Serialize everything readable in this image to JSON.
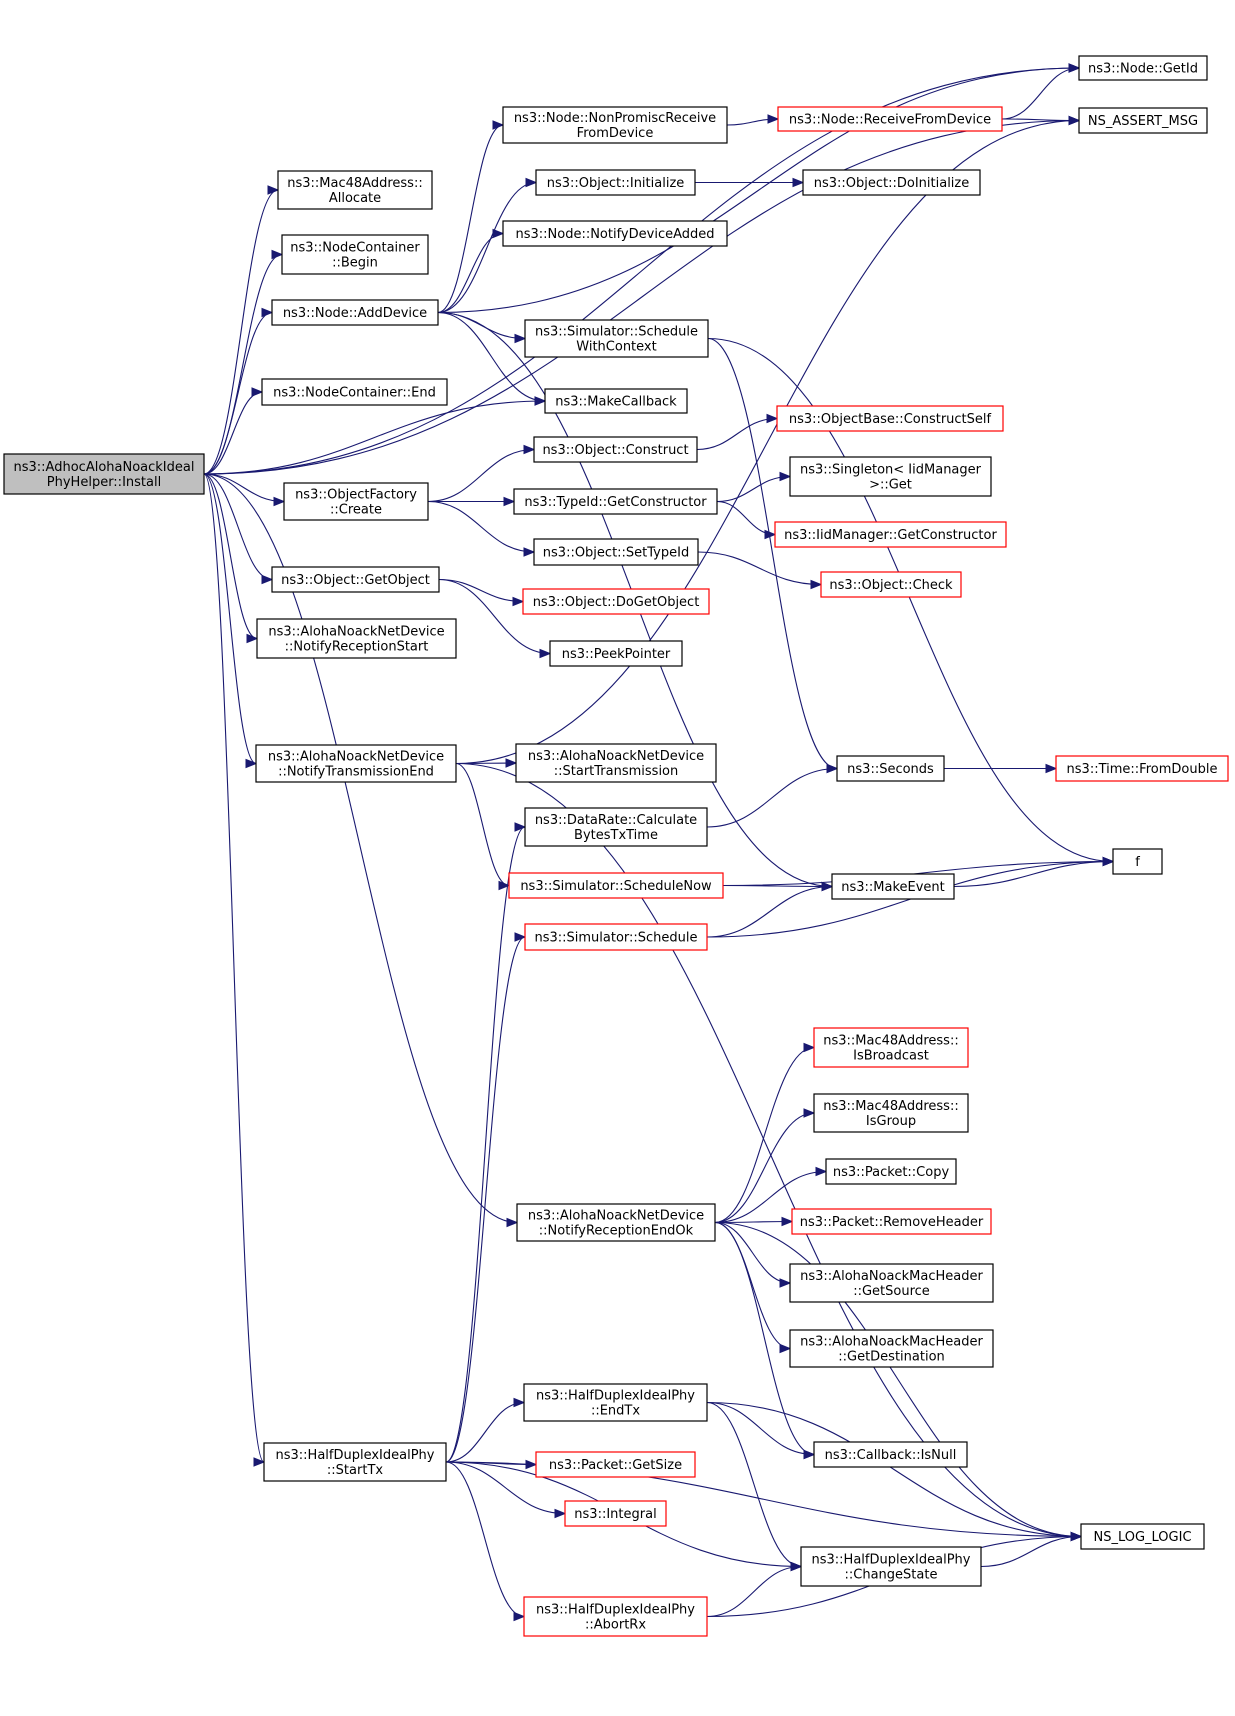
{
  "nodes": [
    {
      "id": "root",
      "lines": [
        "ns3::AdhocAlohaNoackIdeal",
        "PhyHelper::Install"
      ],
      "style": "root"
    },
    {
      "id": "getid",
      "lines": [
        "ns3::Node::GetId"
      ],
      "style": "normal"
    },
    {
      "id": "assert",
      "lines": [
        "NS_ASSERT_MSG"
      ],
      "style": "normal"
    },
    {
      "id": "nonpromisc",
      "lines": [
        "ns3::Node::NonPromiscReceive",
        "FromDevice"
      ],
      "style": "normal"
    },
    {
      "id": "receivefrom",
      "lines": [
        "ns3::Node::ReceiveFromDevice"
      ],
      "style": "trunc"
    },
    {
      "id": "macalloc",
      "lines": [
        "ns3::Mac48Address::",
        "Allocate"
      ],
      "style": "normal"
    },
    {
      "id": "objinit",
      "lines": [
        "ns3::Object::Initialize"
      ],
      "style": "normal"
    },
    {
      "id": "doinit",
      "lines": [
        "ns3::Object::DoInitialize"
      ],
      "style": "normal"
    },
    {
      "id": "ncbegin",
      "lines": [
        "ns3::NodeContainer",
        "::Begin"
      ],
      "style": "normal"
    },
    {
      "id": "notifydev",
      "lines": [
        "ns3::Node::NotifyDeviceAdded"
      ],
      "style": "normal"
    },
    {
      "id": "adddevice",
      "lines": [
        "ns3::Node::AddDevice"
      ],
      "style": "normal"
    },
    {
      "id": "schedctx",
      "lines": [
        "ns3::Simulator::Schedule",
        "WithContext"
      ],
      "style": "normal"
    },
    {
      "id": "ncend",
      "lines": [
        "ns3::NodeContainer::End"
      ],
      "style": "normal"
    },
    {
      "id": "makecb",
      "lines": [
        "ns3::MakeCallback"
      ],
      "style": "normal"
    },
    {
      "id": "constructself",
      "lines": [
        "ns3::ObjectBase::ConstructSelf"
      ],
      "style": "trunc"
    },
    {
      "id": "objconstruct",
      "lines": [
        "ns3::Object::Construct"
      ],
      "style": "normal"
    },
    {
      "id": "singleton",
      "lines": [
        "ns3::Singleton< IidManager",
        " >::Get"
      ],
      "style": "normal"
    },
    {
      "id": "factory",
      "lines": [
        "ns3::ObjectFactory",
        "::Create"
      ],
      "style": "normal"
    },
    {
      "id": "getctor",
      "lines": [
        "ns3::TypeId::GetConstructor"
      ],
      "style": "normal"
    },
    {
      "id": "iidctor",
      "lines": [
        "ns3::IidManager::GetConstructor"
      ],
      "style": "trunc"
    },
    {
      "id": "settypeid",
      "lines": [
        "ns3::Object::SetTypeId"
      ],
      "style": "normal"
    },
    {
      "id": "check",
      "lines": [
        "ns3::Object::Check"
      ],
      "style": "trunc"
    },
    {
      "id": "getobject",
      "lines": [
        "ns3::Object::GetObject"
      ],
      "style": "normal"
    },
    {
      "id": "dogetobject",
      "lines": [
        "ns3::Object::DoGetObject"
      ],
      "style": "trunc"
    },
    {
      "id": "notifyrxstart",
      "lines": [
        "ns3::AlohaNoackNetDevice",
        "::NotifyReceptionStart"
      ],
      "style": "normal"
    },
    {
      "id": "peekptr",
      "lines": [
        "ns3::PeekPointer"
      ],
      "style": "normal"
    },
    {
      "id": "notifytxend",
      "lines": [
        "ns3::AlohaNoackNetDevice",
        "::NotifyTransmissionEnd"
      ],
      "style": "normal"
    },
    {
      "id": "starttx",
      "lines": [
        "ns3::AlohaNoackNetDevice",
        "::StartTransmission"
      ],
      "style": "normal"
    },
    {
      "id": "seconds",
      "lines": [
        "ns3::Seconds"
      ],
      "style": "normal"
    },
    {
      "id": "fromdouble",
      "lines": [
        "ns3::Time::FromDouble"
      ],
      "style": "trunc"
    },
    {
      "id": "datarate",
      "lines": [
        "ns3::DataRate::Calculate",
        "BytesTxTime"
      ],
      "style": "normal"
    },
    {
      "id": "f",
      "lines": [
        "f"
      ],
      "style": "normal"
    },
    {
      "id": "schednow",
      "lines": [
        "ns3::Simulator::ScheduleNow"
      ],
      "style": "trunc"
    },
    {
      "id": "makeevent",
      "lines": [
        "ns3::MakeEvent"
      ],
      "style": "normal"
    },
    {
      "id": "schedule",
      "lines": [
        "ns3::Simulator::Schedule"
      ],
      "style": "trunc"
    },
    {
      "id": "isbroadcast",
      "lines": [
        "ns3::Mac48Address::",
        "IsBroadcast"
      ],
      "style": "trunc"
    },
    {
      "id": "isgroup",
      "lines": [
        "ns3::Mac48Address::",
        "IsGroup"
      ],
      "style": "normal"
    },
    {
      "id": "pktcopy",
      "lines": [
        "ns3::Packet::Copy"
      ],
      "style": "normal"
    },
    {
      "id": "notifyrxendok",
      "lines": [
        "ns3::AlohaNoackNetDevice",
        "::NotifyReceptionEndOk"
      ],
      "style": "normal"
    },
    {
      "id": "removeheader",
      "lines": [
        "ns3::Packet::RemoveHeader"
      ],
      "style": "trunc"
    },
    {
      "id": "getsource",
      "lines": [
        "ns3::AlohaNoackMacHeader",
        "::GetSource"
      ],
      "style": "normal"
    },
    {
      "id": "getdest",
      "lines": [
        "ns3::AlohaNoackMacHeader",
        "::GetDestination"
      ],
      "style": "normal"
    },
    {
      "id": "endtx",
      "lines": [
        "ns3::HalfDuplexIdealPhy",
        "::EndTx"
      ],
      "style": "normal"
    },
    {
      "id": "hdstarttx",
      "lines": [
        "ns3::HalfDuplexIdealPhy",
        "::StartTx"
      ],
      "style": "normal"
    },
    {
      "id": "getsize",
      "lines": [
        "ns3::Packet::GetSize"
      ],
      "style": "trunc"
    },
    {
      "id": "isnull",
      "lines": [
        "ns3::Callback::IsNull"
      ],
      "style": "normal"
    },
    {
      "id": "integral",
      "lines": [
        "ns3::Integral"
      ],
      "style": "trunc"
    },
    {
      "id": "loglogic",
      "lines": [
        "NS_LOG_LOGIC"
      ],
      "style": "normal"
    },
    {
      "id": "changestate",
      "lines": [
        "ns3::HalfDuplexIdealPhy",
        "::ChangeState"
      ],
      "style": "normal"
    },
    {
      "id": "abortrx",
      "lines": [
        "ns3::HalfDuplexIdealPhy",
        "::AbortRx"
      ],
      "style": "trunc"
    }
  ],
  "edges": [
    [
      "root",
      "getid"
    ],
    [
      "root",
      "assert"
    ],
    [
      "root",
      "macalloc"
    ],
    [
      "root",
      "ncbegin"
    ],
    [
      "root",
      "adddevice"
    ],
    [
      "root",
      "ncend"
    ],
    [
      "root",
      "makecb"
    ],
    [
      "root",
      "factory"
    ],
    [
      "root",
      "getobject"
    ],
    [
      "root",
      "notifyrxstart"
    ],
    [
      "root",
      "notifytxend"
    ],
    [
      "root",
      "notifyrxendok"
    ],
    [
      "root",
      "hdstarttx"
    ],
    [
      "adddevice",
      "nonpromisc"
    ],
    [
      "adddevice",
      "objinit"
    ],
    [
      "adddevice",
      "notifydev"
    ],
    [
      "adddevice",
      "schedctx"
    ],
    [
      "adddevice",
      "makecb"
    ],
    [
      "adddevice",
      "getid"
    ],
    [
      "adddevice",
      "makeevent"
    ],
    [
      "nonpromisc",
      "receivefrom"
    ],
    [
      "receivefrom",
      "getid"
    ],
    [
      "receivefrom",
      "assert"
    ],
    [
      "objinit",
      "doinit"
    ],
    [
      "schedctx",
      "seconds"
    ],
    [
      "schedctx",
      "f"
    ],
    [
      "factory",
      "objconstruct"
    ],
    [
      "factory",
      "getctor"
    ],
    [
      "factory",
      "settypeid"
    ],
    [
      "objconstruct",
      "constructself"
    ],
    [
      "getctor",
      "singleton"
    ],
    [
      "getctor",
      "iidctor"
    ],
    [
      "settypeid",
      "check"
    ],
    [
      "getobject",
      "dogetobject"
    ],
    [
      "getobject",
      "peekptr"
    ],
    [
      "notifytxend",
      "assert"
    ],
    [
      "notifytxend",
      "starttx"
    ],
    [
      "notifytxend",
      "schednow"
    ],
    [
      "notifytxend",
      "loglogic"
    ],
    [
      "seconds",
      "fromdouble"
    ],
    [
      "datarate",
      "seconds"
    ],
    [
      "schednow",
      "makeevent"
    ],
    [
      "schednow",
      "f"
    ],
    [
      "makeevent",
      "f"
    ],
    [
      "schedule",
      "makeevent"
    ],
    [
      "schedule",
      "f"
    ],
    [
      "notifyrxendok",
      "isbroadcast"
    ],
    [
      "notifyrxendok",
      "isgroup"
    ],
    [
      "notifyrxendok",
      "pktcopy"
    ],
    [
      "notifyrxendok",
      "removeheader"
    ],
    [
      "notifyrxendok",
      "getsource"
    ],
    [
      "notifyrxendok",
      "getdest"
    ],
    [
      "notifyrxendok",
      "isnull"
    ],
    [
      "notifyrxendok",
      "loglogic"
    ],
    [
      "hdstarttx",
      "endtx"
    ],
    [
      "hdstarttx",
      "getsize"
    ],
    [
      "hdstarttx",
      "integral"
    ],
    [
      "hdstarttx",
      "changestate"
    ],
    [
      "hdstarttx",
      "abortrx"
    ],
    [
      "hdstarttx",
      "datarate"
    ],
    [
      "hdstarttx",
      "schedule"
    ],
    [
      "hdstarttx",
      "loglogic"
    ],
    [
      "endtx",
      "isnull"
    ],
    [
      "endtx",
      "loglogic"
    ],
    [
      "endtx",
      "changestate"
    ],
    [
      "changestate",
      "loglogic"
    ],
    [
      "abortrx",
      "changestate"
    ],
    [
      "abortrx",
      "loglogic"
    ]
  ],
  "colors": {
    "edge": "#191970",
    "truncated_border": "#ff0000",
    "root_fill": "#bfbfbf"
  }
}
